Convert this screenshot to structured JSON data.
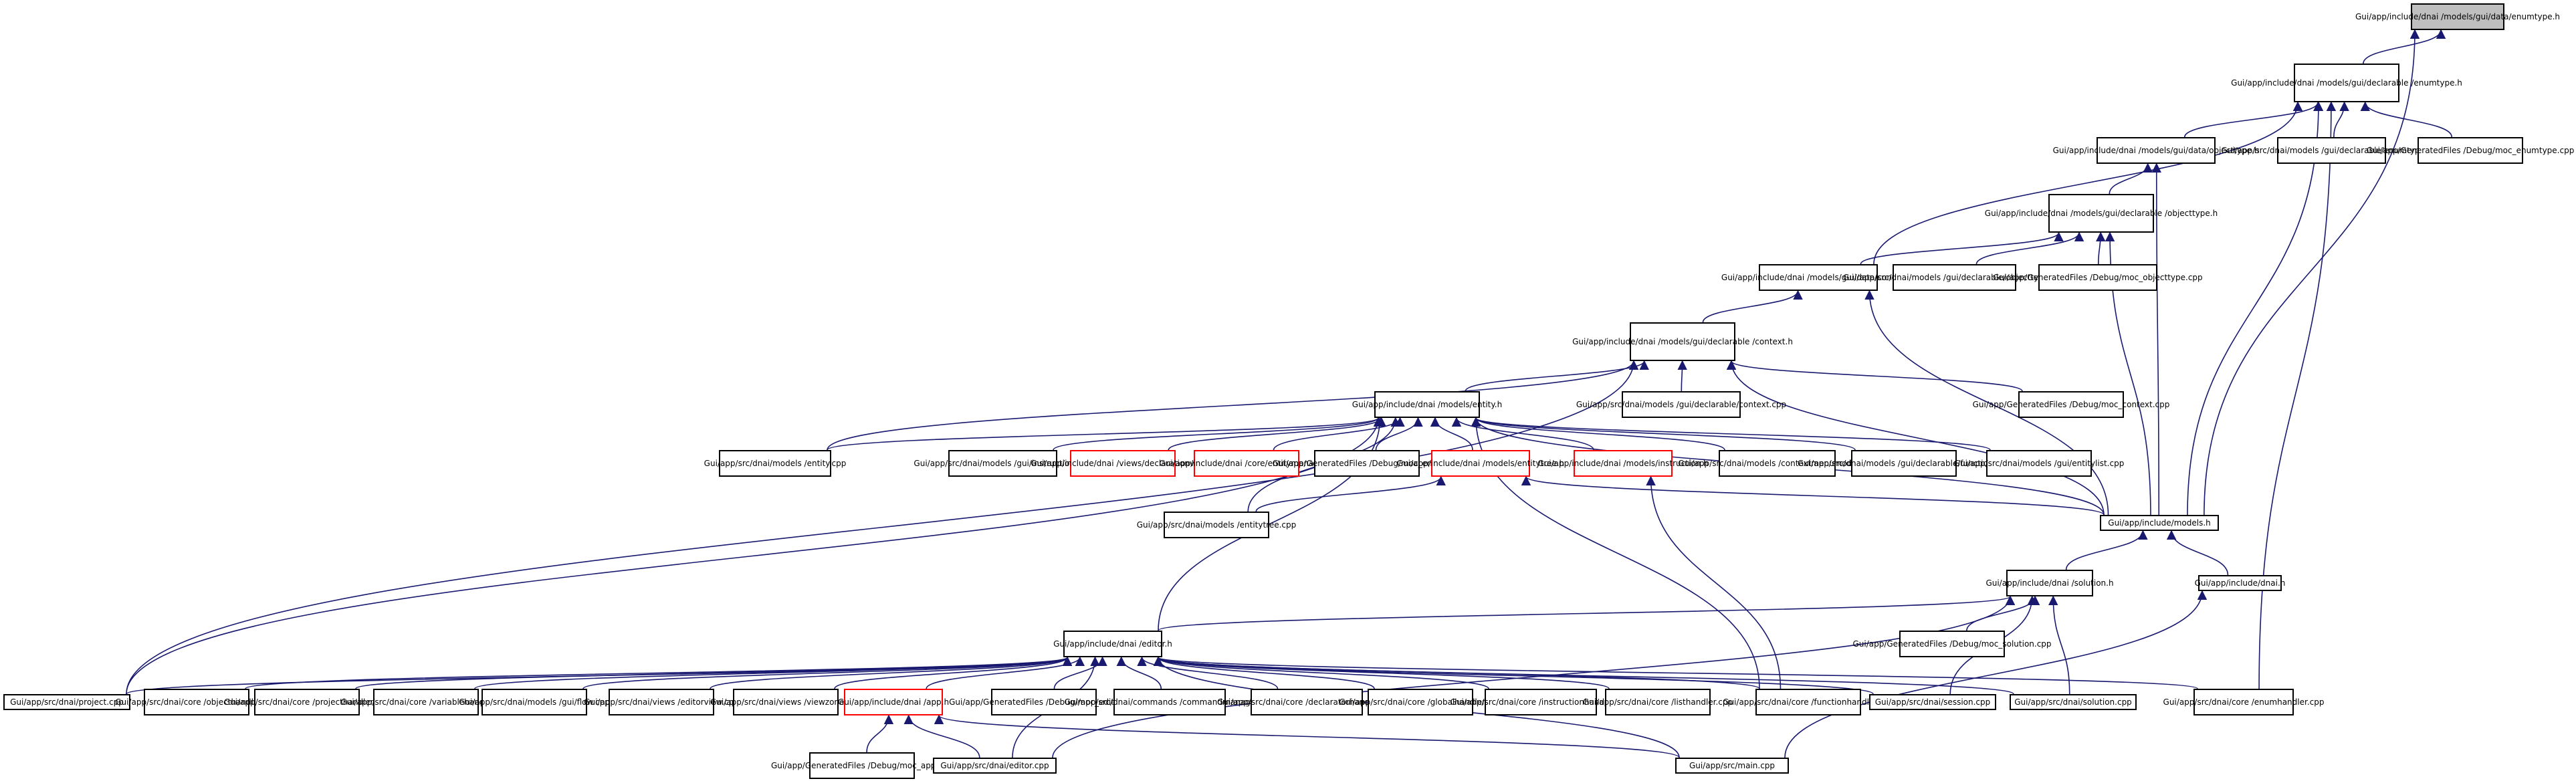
{
  "graph": {
    "colors": {
      "edge": "#191970",
      "border": "#000000",
      "truncated_border": "#ff0000",
      "root_fill": "#bfbfbf"
    },
    "nodes": [
      {
        "id": "root",
        "label": "Gui/app/include/dnai\n/models/gui/data/enumtype.h",
        "style": "root"
      },
      {
        "id": "gd_enum",
        "label": "Gui/app/include/dnai\n/models/gui/declarable\n/enumtype.h"
      },
      {
        "id": "gd_objdata",
        "label": "Gui/app/include/dnai\n/models/gui/data/objecttype.h"
      },
      {
        "id": "src_enum",
        "label": "Gui/app/src/dnai/models\n/gui/declarable/enumtype.cpp"
      },
      {
        "id": "moc_enum",
        "label": "Gui/app/GeneratedFiles\n/Debug/moc_enumtype.cpp"
      },
      {
        "id": "gd_objdecl",
        "label": "Gui/app/include/dnai\n/models/gui/declarable\n/objecttype.h"
      },
      {
        "id": "data_ctx",
        "label": "Gui/app/include/dnai\n/models/gui/data/context.h"
      },
      {
        "id": "src_obj",
        "label": "Gui/app/src/dnai/models\n/gui/declarable/objecttype.cpp"
      },
      {
        "id": "moc_obj",
        "label": "Gui/app/GeneratedFiles\n/Debug/moc_objecttype.cpp"
      },
      {
        "id": "decl_ctx",
        "label": "Gui/app/include/dnai\n/models/gui/declarable\n/context.h"
      },
      {
        "id": "src_ctx",
        "label": "Gui/app/src/dnai/models\n/gui/declarable/context.cpp"
      },
      {
        "id": "moc_ctx",
        "label": "Gui/app/GeneratedFiles\n/Debug/moc_context.cpp"
      },
      {
        "id": "entity_h",
        "label": "Gui/app/include/dnai\n/models/entity.h"
      },
      {
        "id": "entity_cpp",
        "label": "Gui/app/src/dnai/models\n/entity.cpp"
      },
      {
        "id": "gui_instr",
        "label": "Gui/app/src/dnai/models\n/gui/instruction.cpp"
      },
      {
        "id": "declview",
        "label": "Gui/app/include/dnai\n/views/declarationview.h",
        "style": "red"
      },
      {
        "id": "entman",
        "label": "Gui/app/include/dnai\n/core/entitymanager.h",
        "style": "red"
      },
      {
        "id": "moc_entity",
        "label": "Gui/app/GeneratedFiles\n/Debug/moc_entity.cpp"
      },
      {
        "id": "enttree_h",
        "label": "Gui/app/include/dnai\n/models/entitytree.h",
        "style": "red"
      },
      {
        "id": "instr_h",
        "label": "Gui/app/include/dnai\n/models/instruction.h",
        "style": "red"
      },
      {
        "id": "ctxmenu",
        "label": "Gui/app/src/dnai/models\n/contextmenumodel.cpp"
      },
      {
        "id": "declfunc",
        "label": "Gui/app/src/dnai/models\n/gui/declarable/function.cpp"
      },
      {
        "id": "entlist",
        "label": "Gui/app/src/dnai/models\n/gui/entitylist.cpp"
      },
      {
        "id": "enttree_cpp",
        "label": "Gui/app/src/dnai/models\n/entitytree.cpp"
      },
      {
        "id": "models_h",
        "label": "Gui/app/include/models.h"
      },
      {
        "id": "solution_h",
        "label": "Gui/app/include/dnai\n/solution.h"
      },
      {
        "id": "dnai_h",
        "label": "Gui/app/include/dnai.h"
      },
      {
        "id": "moc_sol",
        "label": "Gui/app/GeneratedFiles\n/Debug/moc_solution.cpp"
      },
      {
        "id": "editor_h",
        "label": "Gui/app/include/dnai\n/editor.h"
      },
      {
        "id": "project",
        "label": "Gui/app/src/dnai/project.cpp"
      },
      {
        "id": "objhandler",
        "label": "Gui/app/src/dnai/core\n/objecthandler.cpp"
      },
      {
        "id": "projhandler",
        "label": "Gui/app/src/dnai/core\n/projecthandler.cpp"
      },
      {
        "id": "varhandler",
        "label": "Gui/app/src/dnai/core\n/variablehandler.cpp"
      },
      {
        "id": "guiflow",
        "label": "Gui/app/src/dnai/models\n/gui/flow.cpp"
      },
      {
        "id": "editorview",
        "label": "Gui/app/src/dnai/views\n/editorview.cpp"
      },
      {
        "id": "viewzone",
        "label": "Gui/app/src/dnai/views\n/viewzone.cpp"
      },
      {
        "id": "app_h",
        "label": "Gui/app/include/dnai\n/app.h",
        "style": "red"
      },
      {
        "id": "moc_editor",
        "label": "Gui/app/GeneratedFiles\n/Debug/moc_editor.cpp"
      },
      {
        "id": "cmdman",
        "label": "Gui/app/src/dnai/commands\n/commandmanager.cpp"
      },
      {
        "id": "declhandler",
        "label": "Gui/app/src/dnai/core\n/declaratorhandler.cpp"
      },
      {
        "id": "globhandler",
        "label": "Gui/app/src/dnai/core\n/globalhandler.cpp"
      },
      {
        "id": "instrhandler",
        "label": "Gui/app/src/dnai/core\n/instructionhandler.cpp"
      },
      {
        "id": "listhandler",
        "label": "Gui/app/src/dnai/core\n/listhandler.cpp"
      },
      {
        "id": "funchandler",
        "label": "Gui/app/src/dnai/core\n/functionhandler.cpp"
      },
      {
        "id": "session",
        "label": "Gui/app/src/dnai/session.cpp"
      },
      {
        "id": "solution_cpp",
        "label": "Gui/app/src/dnai/solution.cpp"
      },
      {
        "id": "enumhandler",
        "label": "Gui/app/src/dnai/core\n/enumhandler.cpp"
      },
      {
        "id": "moc_app",
        "label": "Gui/app/GeneratedFiles\n/Debug/moc_app.cpp"
      },
      {
        "id": "editor_cpp",
        "label": "Gui/app/src/dnai/editor.cpp"
      },
      {
        "id": "main_cpp",
        "label": "Gui/app/src/main.cpp"
      }
    ],
    "edges": [
      [
        "gd_enum",
        "root"
      ],
      [
        "models_h",
        "root"
      ],
      [
        "gd_objdata",
        "gd_enum"
      ],
      [
        "src_enum",
        "gd_enum"
      ],
      [
        "moc_enum",
        "gd_enum"
      ],
      [
        "data_ctx",
        "gd_enum"
      ],
      [
        "models_h",
        "gd_enum"
      ],
      [
        "enumhandler",
        "gd_enum"
      ],
      [
        "gd_objdecl",
        "gd_objdata"
      ],
      [
        "models_h",
        "gd_objdata"
      ],
      [
        "data_ctx",
        "gd_objdecl"
      ],
      [
        "src_obj",
        "gd_objdecl"
      ],
      [
        "moc_obj",
        "gd_objdecl"
      ],
      [
        "models_h",
        "gd_objdecl"
      ],
      [
        "decl_ctx",
        "data_ctx"
      ],
      [
        "models_h",
        "data_ctx"
      ],
      [
        "src_ctx",
        "decl_ctx"
      ],
      [
        "moc_ctx",
        "decl_ctx"
      ],
      [
        "entity_h",
        "decl_ctx"
      ],
      [
        "entity_cpp",
        "decl_ctx"
      ],
      [
        "models_h",
        "decl_ctx"
      ],
      [
        "project",
        "decl_ctx"
      ],
      [
        "entity_cpp",
        "entity_h"
      ],
      [
        "gui_instr",
        "entity_h"
      ],
      [
        "declview",
        "entity_h"
      ],
      [
        "entman",
        "entity_h"
      ],
      [
        "moc_entity",
        "entity_h"
      ],
      [
        "enttree_h",
        "entity_h"
      ],
      [
        "instr_h",
        "entity_h"
      ],
      [
        "ctxmenu",
        "entity_h"
      ],
      [
        "declfunc",
        "entity_h"
      ],
      [
        "entlist",
        "entity_h"
      ],
      [
        "models_h",
        "entity_h"
      ],
      [
        "enttree_cpp",
        "entity_h"
      ],
      [
        "editor_h",
        "entity_h"
      ],
      [
        "project",
        "entity_h"
      ],
      [
        "funchandler",
        "entity_h"
      ],
      [
        "enttree_cpp",
        "enttree_h"
      ],
      [
        "models_h",
        "enttree_h"
      ],
      [
        "funchandler",
        "instr_h"
      ],
      [
        "solution_h",
        "models_h"
      ],
      [
        "dnai_h",
        "models_h"
      ],
      [
        "editor_h",
        "solution_h"
      ],
      [
        "moc_sol",
        "solution_h"
      ],
      [
        "session",
        "solution_h"
      ],
      [
        "solution_cpp",
        "solution_h"
      ],
      [
        "editor_cpp",
        "solution_h"
      ],
      [
        "main_cpp",
        "dnai_h"
      ],
      [
        "project",
        "editor_h"
      ],
      [
        "objhandler",
        "editor_h"
      ],
      [
        "projhandler",
        "editor_h"
      ],
      [
        "varhandler",
        "editor_h"
      ],
      [
        "guiflow",
        "editor_h"
      ],
      [
        "editorview",
        "editor_h"
      ],
      [
        "viewzone",
        "editor_h"
      ],
      [
        "app_h",
        "editor_h"
      ],
      [
        "moc_editor",
        "editor_h"
      ],
      [
        "cmdman",
        "editor_h"
      ],
      [
        "declhandler",
        "editor_h"
      ],
      [
        "globhandler",
        "editor_h"
      ],
      [
        "instrhandler",
        "editor_h"
      ],
      [
        "listhandler",
        "editor_h"
      ],
      [
        "funchandler",
        "editor_h"
      ],
      [
        "session",
        "editor_h"
      ],
      [
        "solution_cpp",
        "editor_h"
      ],
      [
        "enumhandler",
        "editor_h"
      ],
      [
        "editor_cpp",
        "editor_h"
      ],
      [
        "main_cpp",
        "editor_h"
      ],
      [
        "moc_app",
        "app_h"
      ],
      [
        "editor_cpp",
        "app_h"
      ],
      [
        "main_cpp",
        "app_h"
      ]
    ]
  }
}
